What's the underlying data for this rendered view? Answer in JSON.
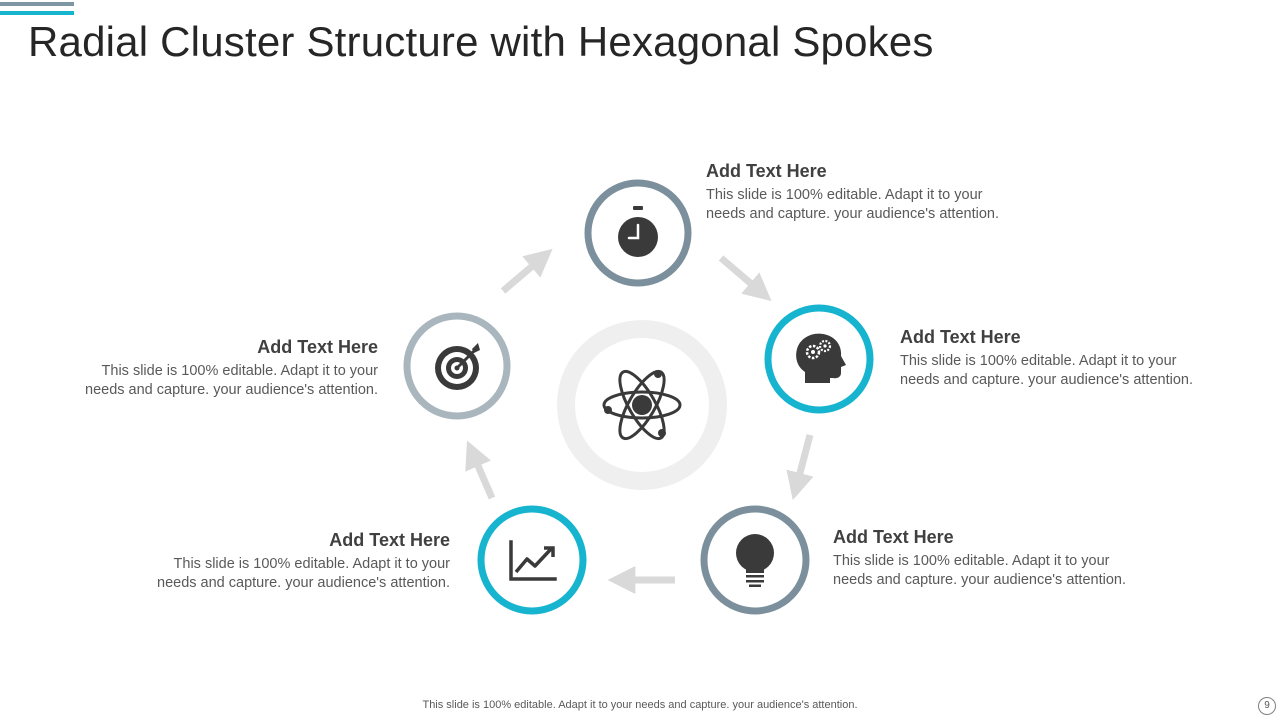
{
  "slide": {
    "title": "Radial Cluster Structure with Hexagonal Spokes",
    "footer": "This slide is 100% editable. Adapt it to your needs and capture. your audience's attention.",
    "page_number": "9"
  },
  "colors": {
    "gray_ring": "#7b909c",
    "light_gray_ring": "#a9b6be",
    "cyan_ring": "#16b4cf",
    "icon": "#3a3a3a",
    "arrow": "#d9d9d9",
    "center_ring": "#efefef"
  },
  "center": {
    "icon": "atom-icon"
  },
  "nodes": [
    {
      "id": "top",
      "icon": "stopwatch-icon",
      "heading": "Add Text Here",
      "text_line1": "This slide is 100% editable. Adapt it to your",
      "text_line2": "needs and capture. your audience's attention."
    },
    {
      "id": "right",
      "icon": "head-gears-icon",
      "heading": "Add Text Here",
      "text_line1": "This slide is 100% editable. Adapt it to your",
      "text_line2": "needs and capture. your audience's attention."
    },
    {
      "id": "bottom-right",
      "icon": "lightbulb-icon",
      "heading": "Add Text Here",
      "text_line1": "This slide is 100% editable. Adapt it to your",
      "text_line2": "needs and capture. your audience's attention."
    },
    {
      "id": "bottom-left",
      "icon": "growth-chart-icon",
      "heading": "Add Text Here",
      "text_line1": "This slide is 100% editable. Adapt it to your",
      "text_line2": "needs and capture. your audience's attention."
    },
    {
      "id": "left",
      "icon": "target-icon",
      "heading": "Add Text Here",
      "text_line1": "This slide is 100% editable. Adapt it to your",
      "text_line2": "needs and capture. your audience's attention."
    }
  ]
}
